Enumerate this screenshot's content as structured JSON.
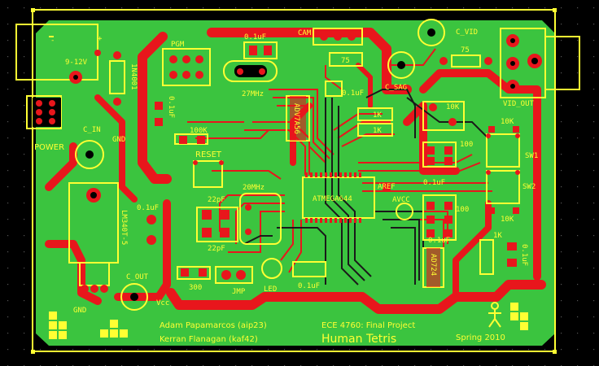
{
  "board": {
    "title": "Human Tetris",
    "course": "ECE 4760: Final Project",
    "authors": [
      "Adam Papamarcos (aip23)",
      "Kerran Flanagan (kaf42)"
    ],
    "term": "Spring 2010"
  },
  "labels": {
    "power_minus": "-",
    "power_plus": "+",
    "power_volt": "9-12V",
    "diode": "1N4001",
    "power": "POWER",
    "c_in": "C_IN",
    "gnd1": "GND",
    "reg": "LM340T-5",
    "c_out": "C_OUT",
    "gnd2": "GND",
    "vcc": "Vcc",
    "pgm": "PGM",
    "cap1": "0.1uF",
    "cap2": "0.1uF",
    "cap3": "0.1uF",
    "cap4": "0.1uF",
    "cap5": "0.1uF",
    "cap6": "0.1uF",
    "cap7": "0.1uF",
    "cap8": "0.1uF",
    "cap9": "0.1uF",
    "xtal27": "27MHz",
    "cam": "CAM",
    "r75a": "75",
    "r75b": "75",
    "c_vid": "C_VID",
    "c_sag": "C_SAG",
    "vid_out": "VID_OUT",
    "r1k_a": "1K",
    "r1k_b": "1K",
    "r10k_a": "10K",
    "r10k_b": "10K",
    "r10k_c": "10K",
    "r100k": "100K",
    "reset": "RESET",
    "adv": "ADV7A56",
    "mcu": "ATMEGA644",
    "xtal20": "20MHz",
    "c22a": "22pF",
    "c22b": "22pF",
    "aref": "AREF",
    "avcc": "AVCC",
    "r100a": "100",
    "r100b": "100",
    "r1k_c": "1K",
    "sw1": "SW1",
    "sw2": "SW2",
    "r300": "300",
    "jmp": "JMP",
    "led": "LED",
    "ad724": "AD724"
  }
}
